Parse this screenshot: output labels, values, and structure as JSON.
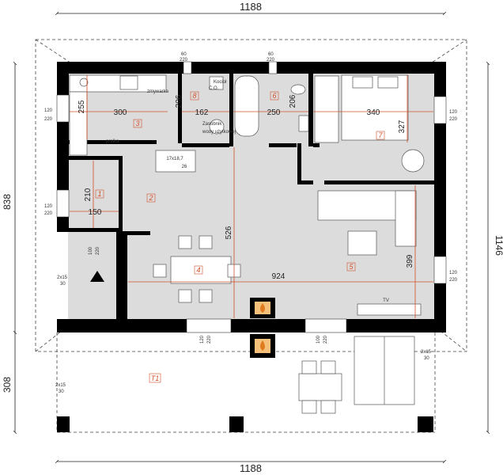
{
  "colors": {
    "wall": "#000000",
    "floor": "#dcdcdc",
    "terrace": "#ffffff",
    "dim_accent": "#d0502a",
    "fireplace": "#e07a1e"
  },
  "overall": {
    "top_width": "1188",
    "bottom_width": "1188",
    "left_height": "838",
    "left_terrace": "308",
    "right_height": "1146"
  },
  "rooms": [
    {
      "num": "1"
    },
    {
      "num": "2"
    },
    {
      "num": "3"
    },
    {
      "num": "4"
    },
    {
      "num": "5"
    },
    {
      "num": "6"
    },
    {
      "num": "7"
    },
    {
      "num": "8"
    },
    {
      "num": "T1"
    }
  ],
  "room_dims": {
    "kitchen_w": "300",
    "kitchen_h": "255",
    "boiler_w": "162",
    "boiler_h": "206",
    "bath_w": "250",
    "bath_h": "206",
    "bed_w": "340",
    "bed_h": "327",
    "hall_h": "210",
    "hall_w": "150",
    "living_w": "924",
    "living_h": "399",
    "dining_h": "526"
  },
  "windows": {
    "w120": "120",
    "w220": "220",
    "w60": "60",
    "w100": "100",
    "w2x15": "2x15",
    "w30": "30"
  },
  "labels": {
    "stairs": "17x18,7",
    "stairs2": "26",
    "tv": "TV",
    "kociol": "Kocioł",
    "co": "C.O.",
    "zasobnik": "Zasobnik",
    "wody": "wody użytkowej",
    "zmywarka": "zmywarka",
    "pralka": "pralka"
  }
}
